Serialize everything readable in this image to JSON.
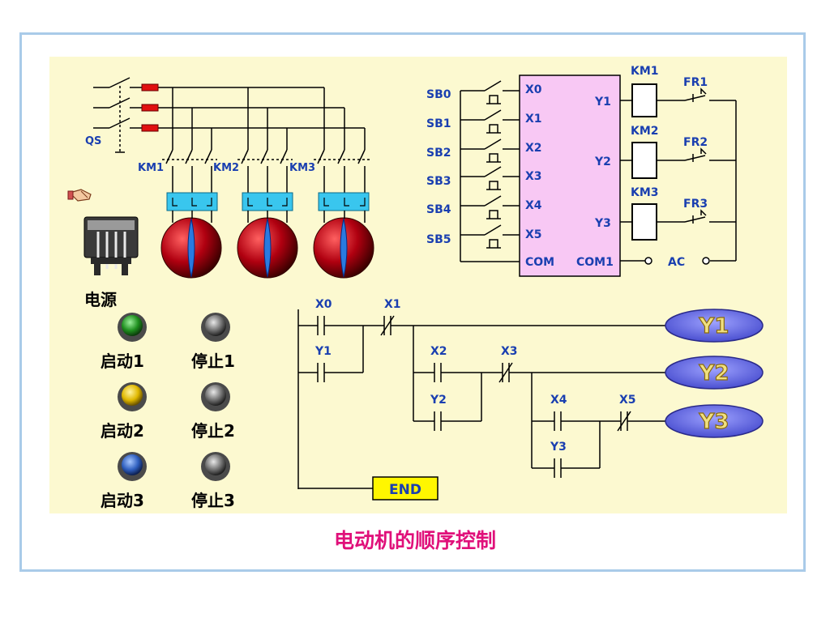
{
  "caption": "电动机的顺序控制",
  "power_label": "电源",
  "buttons": [
    {
      "label": "启动1",
      "color": "#2f9a2f"
    },
    {
      "label": "停止1",
      "color": "#6a6a6a"
    },
    {
      "label": "启动2",
      "color": "#e6c200"
    },
    {
      "label": "停止2",
      "color": "#6a6a6a"
    },
    {
      "label": "启动3",
      "color": "#2f5fbf"
    },
    {
      "label": "停止3",
      "color": "#6a6a6a"
    }
  ],
  "main_circuit": {
    "switch_label": "QS",
    "contactors": [
      "KM1",
      "KM2",
      "KM3"
    ]
  },
  "plc": {
    "inputs": [
      "SB0",
      "SB1",
      "SB2",
      "SB3",
      "SB4",
      "SB5"
    ],
    "input_terminals": [
      "X0",
      "X1",
      "X2",
      "X3",
      "X4",
      "X5",
      "COM"
    ],
    "output_terminals": [
      "Y1",
      "Y2",
      "Y3",
      "COM1"
    ],
    "coils": [
      "KM1",
      "KM2",
      "KM3"
    ],
    "relays": [
      "FR1",
      "FR2",
      "FR3"
    ],
    "ac_label": "AC"
  },
  "ladder": {
    "contacts": [
      "X0",
      "X1",
      "Y1",
      "X2",
      "X3",
      "Y2",
      "X4",
      "X5",
      "Y3"
    ],
    "outputs": [
      "Y1",
      "Y2",
      "Y3"
    ],
    "end_label": "END"
  },
  "colors": {
    "panel": "#fcf9d0",
    "plc_box": "#f8c8f4",
    "wire": "#000000",
    "label_blue": "#1a3fb0",
    "caption": "#e0107a",
    "coil_oval": "#6b6fe0",
    "motor_red": "#b00010",
    "terminal_cyan": "#39c6ee"
  }
}
